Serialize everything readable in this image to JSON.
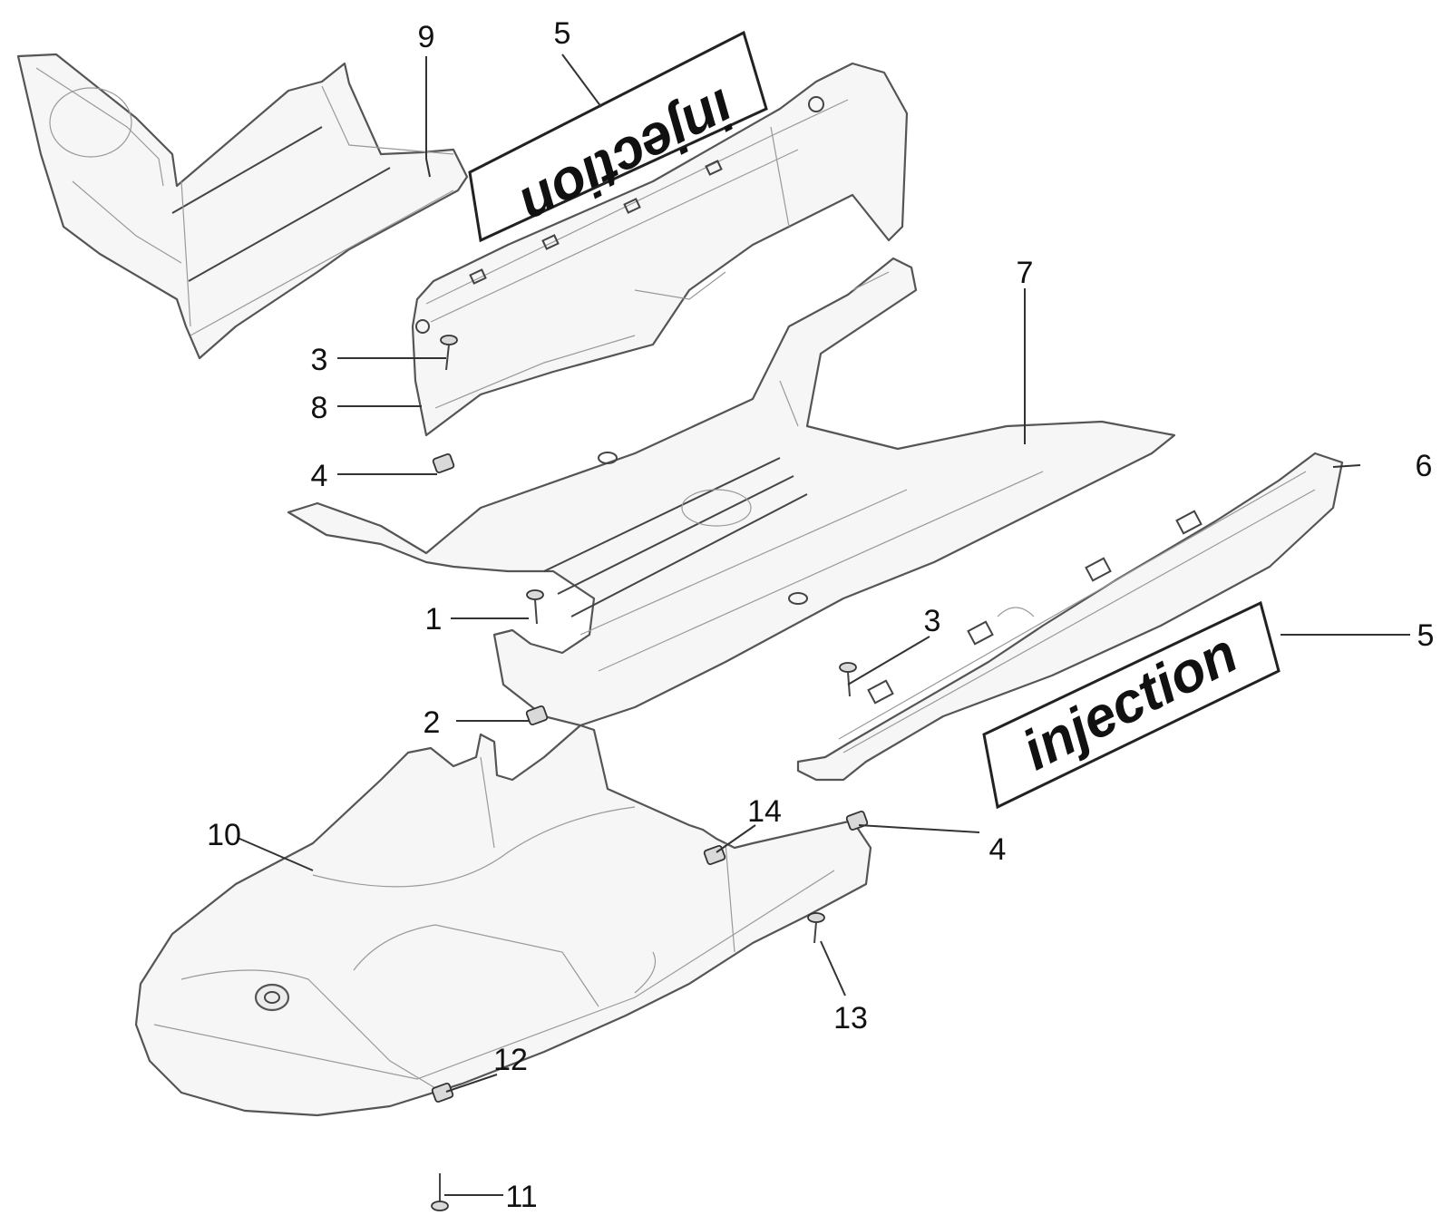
{
  "callouts": [
    {
      "id": "c9",
      "label": "9"
    },
    {
      "id": "c5a",
      "label": "5"
    },
    {
      "id": "c3a",
      "label": "3"
    },
    {
      "id": "c8",
      "label": "8"
    },
    {
      "id": "c4a",
      "label": "4"
    },
    {
      "id": "c7",
      "label": "7"
    },
    {
      "id": "c6",
      "label": "6"
    },
    {
      "id": "c1",
      "label": "1"
    },
    {
      "id": "c3b",
      "label": "3"
    },
    {
      "id": "c5b",
      "label": "5"
    },
    {
      "id": "c2",
      "label": "2"
    },
    {
      "id": "c14",
      "label": "14"
    },
    {
      "id": "c10",
      "label": "10"
    },
    {
      "id": "c4b",
      "label": "4"
    },
    {
      "id": "c13",
      "label": "13"
    },
    {
      "id": "c12",
      "label": "12"
    },
    {
      "id": "c11",
      "label": "11"
    }
  ],
  "decals": {
    "top": "injection",
    "right": "injection"
  }
}
